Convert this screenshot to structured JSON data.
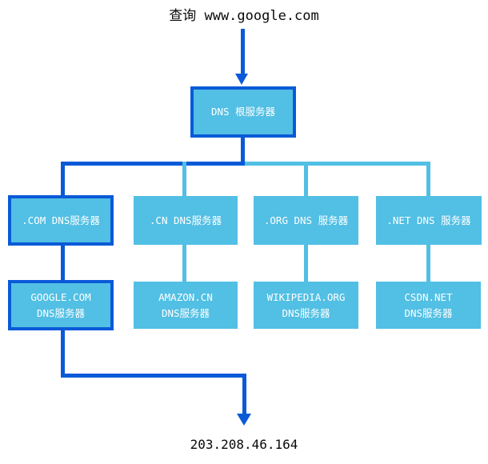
{
  "diagram": {
    "query_label": "查询 www.google.com",
    "result_ip": "203.208.46.164",
    "root": {
      "label": "DNS 根服务器"
    },
    "tld": {
      "com": {
        "label": ".COM DNS服务器"
      },
      "cn": {
        "label": ".CN DNS服务器"
      },
      "org": {
        "label": ".ORG DNS 服务器"
      },
      "net": {
        "label": ".NET DNS 服务器"
      }
    },
    "authoritative": {
      "google": {
        "line1": "GOOGLE.COM",
        "line2": "DNS服务器"
      },
      "amazon": {
        "line1": "AMAZON.CN",
        "line2": "DNS服务器"
      },
      "wikipedia": {
        "line1": "WIKIPEDIA.ORG",
        "line2": "DNS服务器"
      },
      "csdn": {
        "line1": "CSDN.NET",
        "line2": "DNS服务器"
      }
    },
    "colors": {
      "highlight_blue": "#0a5ad8",
      "box_fill_blue": "#52bfe4",
      "box_text": "#ffffff",
      "label_text": "#0a0a0a",
      "background": "#ffffff"
    }
  }
}
